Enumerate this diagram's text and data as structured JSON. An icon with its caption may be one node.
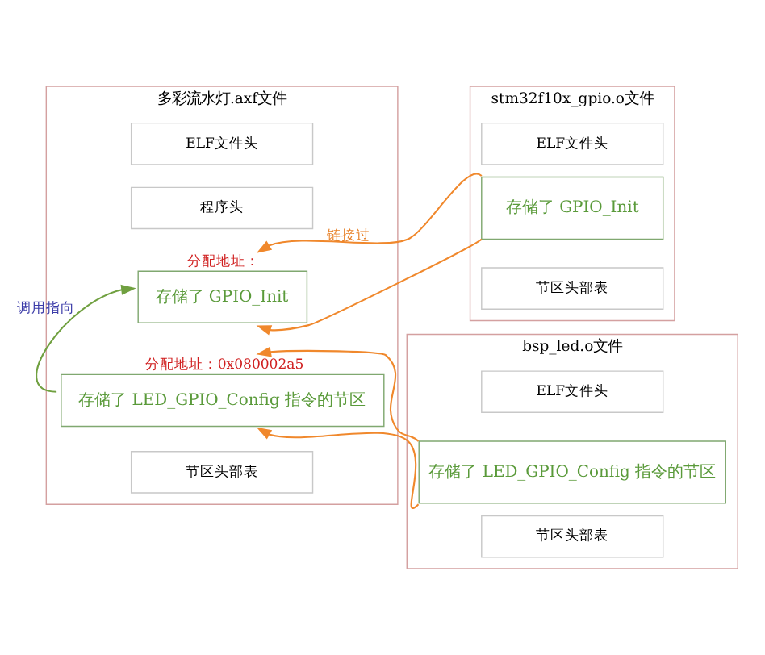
{
  "diagram": {
    "nodes": [
      {
        "text": [
          "多彩流水灯.axf文件"
        ]
      },
      {
        "text": [
          "ELF文件头"
        ],
        "in": 0
      },
      {
        "text": [
          "程序头"
        ],
        "in": 0
      },
      {
        "text": [
          "存储了 GPIO_Init"
        ],
        "in": 0,
        "beside": [
          "分配地址："
        ]
      },
      {
        "text": [
          "存储了 LED_GPIO_Config 指令的节区"
        ],
        "in": 0,
        "beside": [
          "分配地址：0x080002a5"
        ]
      },
      {
        "text": [
          "节区头部表"
        ],
        "in": 0
      },
      {
        "text": [
          "stm32f10x_gpio.o文件"
        ]
      },
      {
        "text": [
          "ELF文件头"
        ],
        "in": 6
      },
      {
        "text": [
          "存储了 GPIO_Init"
        ],
        "in": 6
      },
      {
        "text": [
          "节区头部表"
        ],
        "in": 6
      },
      {
        "text": [
          "bsp_led.o文件"
        ]
      },
      {
        "text": [
          "ELF文件头"
        ],
        "in": 10
      },
      {
        "text": [
          "存储了 LED_GPIO_Config 指令的节区"
        ],
        "in": 10
      },
      {
        "text": [
          "节区头部表"
        ],
        "in": 10
      }
    ],
    "edges": [
      {
        "from": 8,
        "to": 3,
        "arrow": "to",
        "label": "链接过"
      },
      {
        "from": 8,
        "to": 3,
        "arrow": "to"
      },
      {
        "from": 12,
        "to": 4,
        "arrow": "to"
      },
      {
        "from": 12,
        "to": 4,
        "arrow": "to"
      },
      {
        "from": 4,
        "to": 3,
        "arrow": "to",
        "label": "调用指向",
        "color": "#70a040"
      }
    ]
  }
}
